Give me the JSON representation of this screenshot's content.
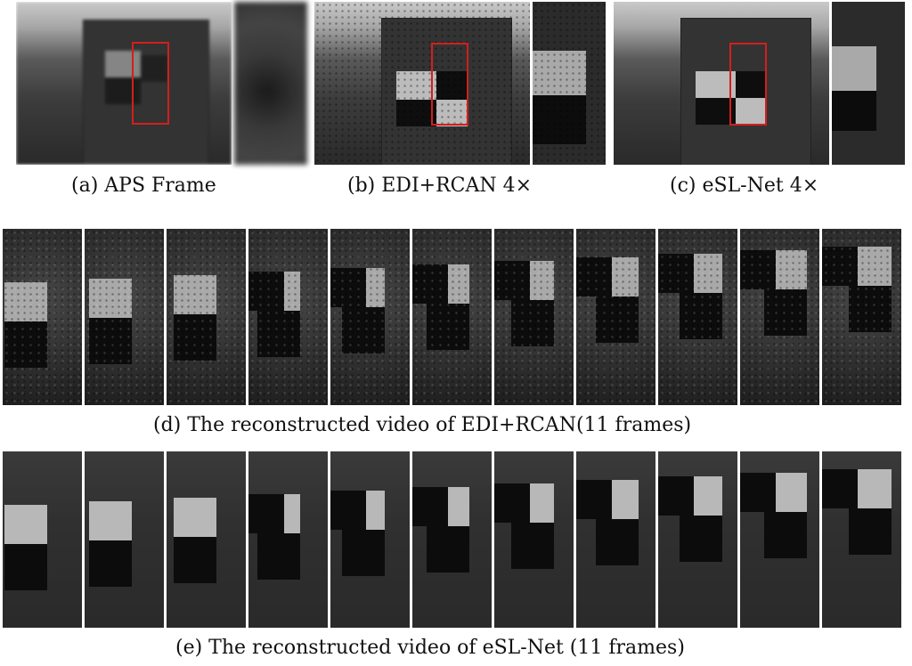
{
  "captions": {
    "a": "(a) APS Frame",
    "b": "(b) EDI+RCAN 4×",
    "c": "(c) eSL-Net 4×",
    "d": "(d) The reconstructed video of EDI+RCAN(11 frames)",
    "e": "(e) The reconstructed video of eSL-Net (11 frames)"
  },
  "colors": {
    "highlight_box": "#d41e1e",
    "background": "#ffffff"
  }
}
